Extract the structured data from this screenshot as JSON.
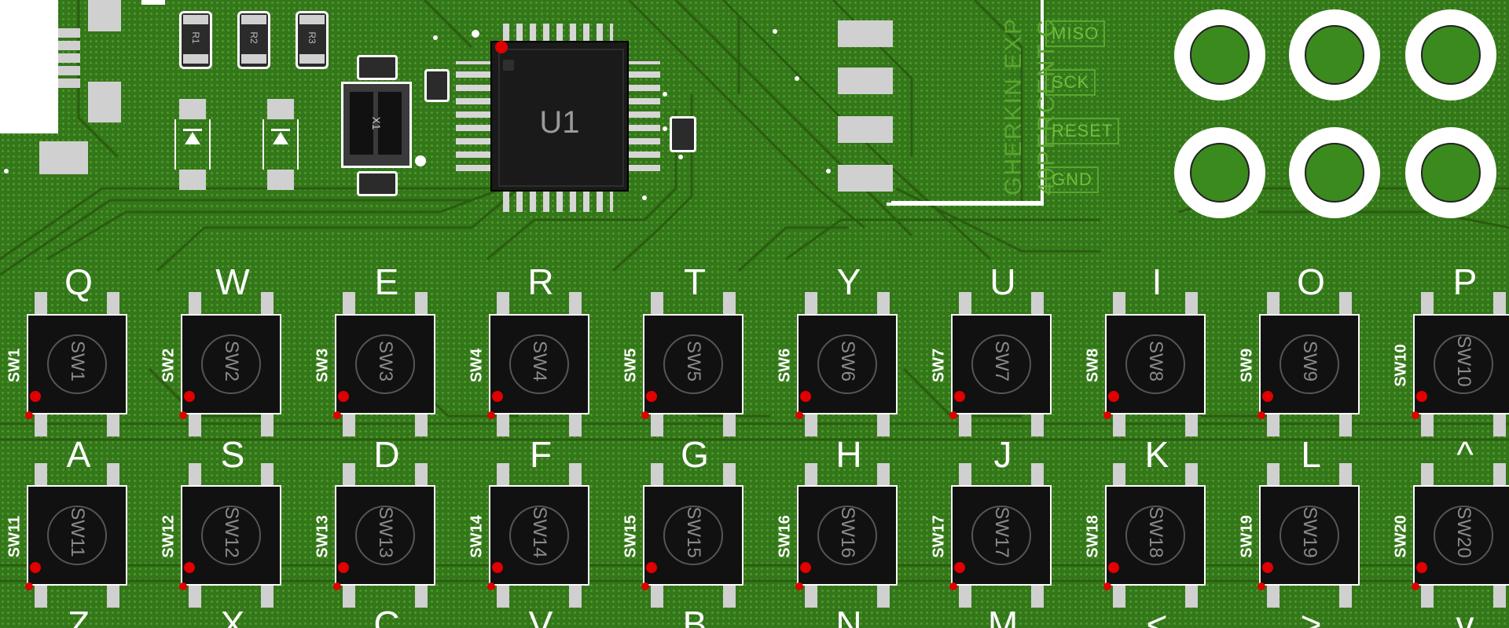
{
  "chip": {
    "ref": "U1"
  },
  "crystal": {
    "ref": "X1"
  },
  "resistors": [
    "R1",
    "R2",
    "R3"
  ],
  "header_pins": [
    "MISO",
    "SCK",
    "RESET",
    "GND"
  ],
  "vertical_text": [
    "GHERKIN EXP",
    "40PERCENT.C"
  ],
  "row1": [
    {
      "letter": "Q",
      "ref": "SW1"
    },
    {
      "letter": "W",
      "ref": "SW2"
    },
    {
      "letter": "E",
      "ref": "SW3"
    },
    {
      "letter": "R",
      "ref": "SW4"
    },
    {
      "letter": "T",
      "ref": "SW5"
    },
    {
      "letter": "Y",
      "ref": "SW6"
    },
    {
      "letter": "U",
      "ref": "SW7"
    },
    {
      "letter": "I",
      "ref": "SW8"
    },
    {
      "letter": "O",
      "ref": "SW9"
    },
    {
      "letter": "P",
      "ref": "SW10"
    }
  ],
  "row2": [
    {
      "letter": "A",
      "ref": "SW11"
    },
    {
      "letter": "S",
      "ref": "SW12"
    },
    {
      "letter": "D",
      "ref": "SW13"
    },
    {
      "letter": "F",
      "ref": "SW14"
    },
    {
      "letter": "G",
      "ref": "SW15"
    },
    {
      "letter": "H",
      "ref": "SW16"
    },
    {
      "letter": "J",
      "ref": "SW17"
    },
    {
      "letter": "K",
      "ref": "SW18"
    },
    {
      "letter": "L",
      "ref": "SW19"
    },
    {
      "letter": "^",
      "ref": "SW20"
    }
  ],
  "row3": [
    "Z",
    "X",
    "C",
    "V",
    "B",
    "N",
    "M",
    "<",
    ">",
    "v"
  ]
}
